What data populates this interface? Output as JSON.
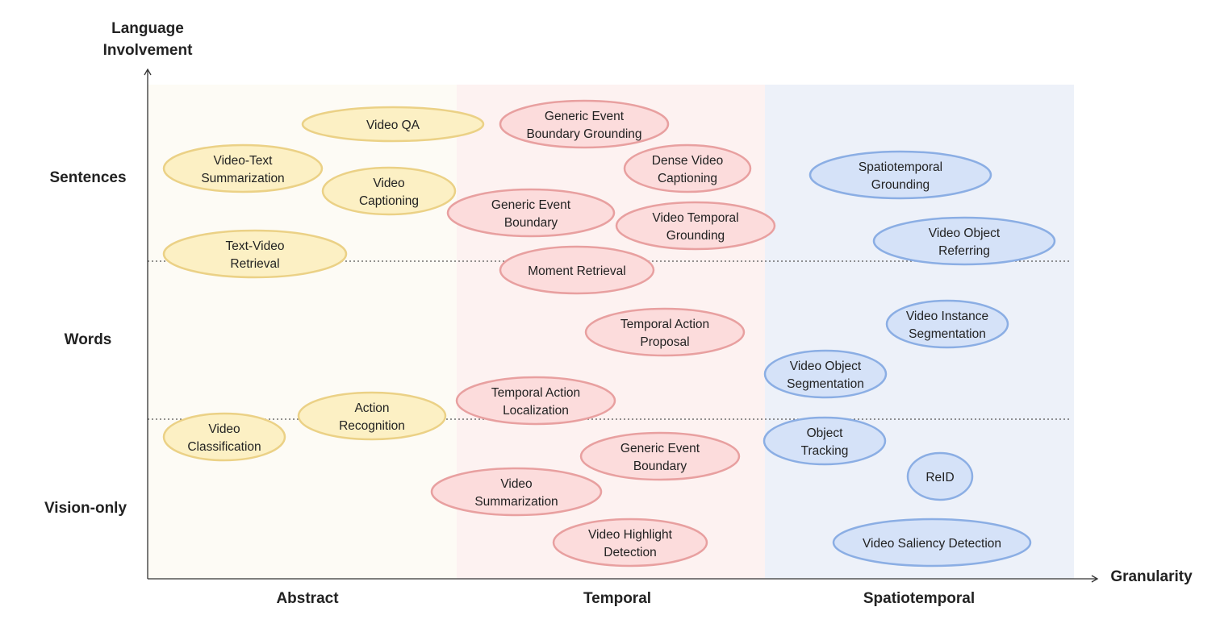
{
  "axes": {
    "y_title": [
      "Language",
      "Involvement"
    ],
    "x_title": "Granularity",
    "y_levels": [
      "Sentences",
      "Words",
      "Vision-only"
    ],
    "x_categories": [
      "Abstract",
      "Temporal",
      "Spatiotemporal"
    ]
  },
  "colors": {
    "abstract_bg": "#fdfbf5",
    "temporal_bg": "#fdf2f1",
    "spatiotemporal_bg": "#edf1f9",
    "abstract_fill": "#fcf0c4",
    "abstract_stroke": "#ebd186",
    "temporal_fill": "#fcdcdc",
    "temporal_stroke": "#e8a0a0",
    "spatiotemporal_fill": "#d5e2f8",
    "spatiotemporal_stroke": "#8baee4",
    "text": "#222222",
    "axis": "#333333"
  },
  "tasks": {
    "abstract": [
      {
        "id": "video-qa",
        "lines": [
          "Video QA"
        ]
      },
      {
        "id": "video-text-summarization",
        "lines": [
          "Video-Text",
          "Summarization"
        ]
      },
      {
        "id": "video-captioning",
        "lines": [
          "Video",
          "Captioning"
        ]
      },
      {
        "id": "text-video-retrieval",
        "lines": [
          "Text-Video",
          "Retrieval"
        ]
      },
      {
        "id": "video-classification",
        "lines": [
          "Video",
          "Classification"
        ]
      },
      {
        "id": "action-recognition",
        "lines": [
          "Action",
          "Recognition"
        ]
      }
    ],
    "temporal": [
      {
        "id": "generic-event-boundary-grounding",
        "lines": [
          "Generic Event",
          "Boundary Grounding"
        ]
      },
      {
        "id": "dense-video-captioning",
        "lines": [
          "Dense Video",
          "Captioning"
        ]
      },
      {
        "id": "generic-event-boundary-sentences",
        "lines": [
          "Generic Event",
          "Boundary"
        ]
      },
      {
        "id": "video-temporal-grounding",
        "lines": [
          "Video Temporal",
          "Grounding"
        ]
      },
      {
        "id": "moment-retrieval",
        "lines": [
          "Moment Retrieval"
        ]
      },
      {
        "id": "temporal-action-proposal",
        "lines": [
          "Temporal Action",
          "Proposal"
        ]
      },
      {
        "id": "temporal-action-localization",
        "lines": [
          "Temporal Action",
          "Localization"
        ]
      },
      {
        "id": "generic-event-boundary-vision",
        "lines": [
          "Generic Event",
          "Boundary"
        ]
      },
      {
        "id": "video-summarization",
        "lines": [
          "Video",
          "Summarization"
        ]
      },
      {
        "id": "video-highlight-detection",
        "lines": [
          "Video Highlight",
          "Detection"
        ]
      }
    ],
    "spatiotemporal": [
      {
        "id": "spatiotemporal-grounding",
        "lines": [
          "Spatiotemporal",
          "Grounding"
        ]
      },
      {
        "id": "video-object-referring",
        "lines": [
          "Video Object",
          "Referring"
        ]
      },
      {
        "id": "video-instance-segmentation",
        "lines": [
          "Video Instance",
          "Segmentation"
        ]
      },
      {
        "id": "video-object-segmentation",
        "lines": [
          "Video Object",
          "Segmentation"
        ]
      },
      {
        "id": "object-tracking",
        "lines": [
          "Object",
          "Tracking"
        ]
      },
      {
        "id": "reid",
        "lines": [
          "ReID"
        ]
      },
      {
        "id": "video-saliency-detection",
        "lines": [
          "Video Saliency Detection"
        ]
      }
    ]
  }
}
